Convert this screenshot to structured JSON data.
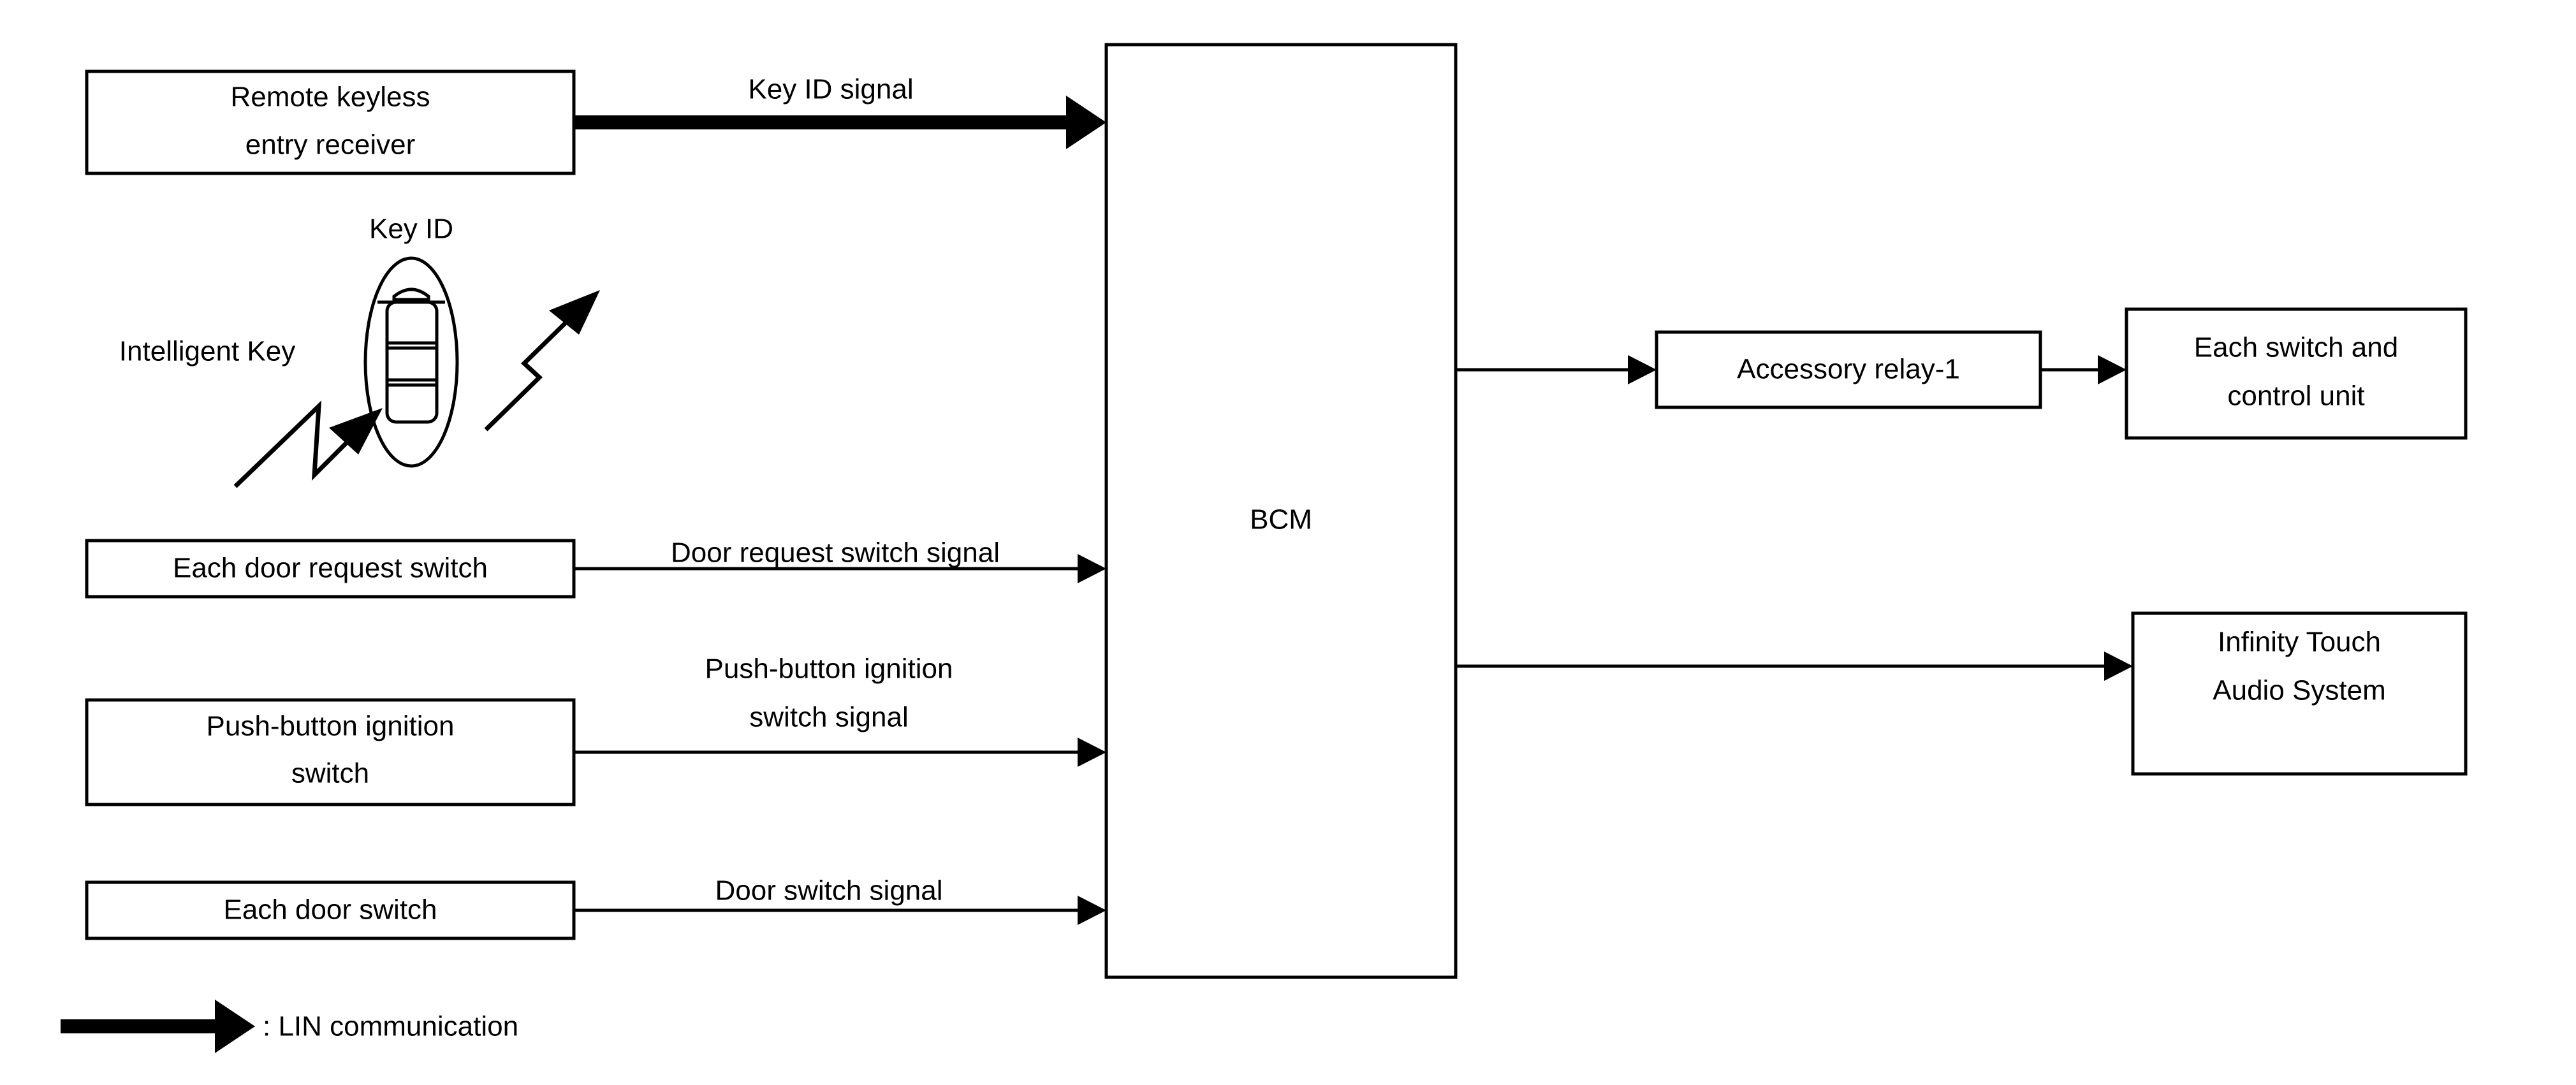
{
  "diagram": {
    "title": "BCM key / switch signal system diagram",
    "stroke_color": "#000000",
    "background_color": "#ffffff",
    "boxes": {
      "remote_keyless_entry_receiver": {
        "line1": "Remote keyless",
        "line2": "entry receiver"
      },
      "each_door_request_switch": {
        "line1": "Each door request switch"
      },
      "push_button_ignition_switch": {
        "line1": "Push-button ignition",
        "line2": "switch"
      },
      "each_door_switch": {
        "line1": "Each door switch"
      },
      "bcm": {
        "line1": "BCM"
      },
      "accessory_relay_1": {
        "line1": "Accessory relay-1"
      },
      "each_switch_and_control_unit": {
        "line1": "Each switch and",
        "line2": "control unit"
      },
      "infinity_touch_audio_system": {
        "line1": "Infinity Touch",
        "line2": "Audio System"
      }
    },
    "signal_labels": {
      "key_id_signal": "Key ID signal",
      "door_request_switch_signal": "Door request switch signal",
      "push_button_ignition_switch_signal_line1": "Push-button ignition",
      "push_button_ignition_switch_signal_line2": "switch signal",
      "door_switch_signal": "Door switch signal"
    },
    "annotations": {
      "key_id": "Key ID",
      "intelligent_key": "Intelligent Key"
    },
    "legend": {
      "label": ": LIN communication",
      "symbol": "thick-arrow"
    }
  }
}
